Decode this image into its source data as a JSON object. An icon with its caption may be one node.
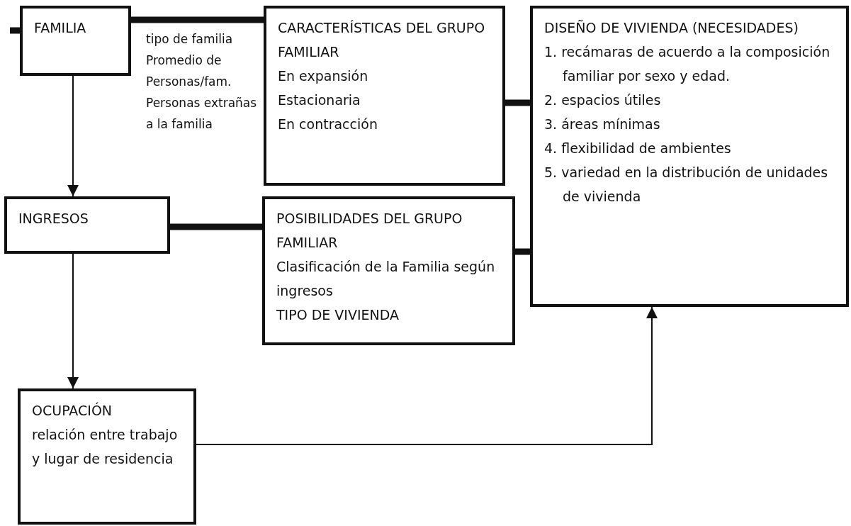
{
  "diagram": {
    "nodes": [
      {
        "text": [
          "FAMILIA"
        ]
      },
      {
        "text": [
          "CARACTERÍSTICAS DEL GRUPO FAMILIAR",
          "En expansión",
          "Estacionaria",
          "En contracción"
        ]
      },
      {
        "text": [
          "DISEÑO DE VIVIENDA (NECESIDADES)",
          "1. recámaras de acuerdo a la composición familiar por sexo y edad.",
          "2. espacios útiles",
          "3. áreas mínimas",
          "4. flexibilidad de ambientes",
          "5. variedad en la distribución de unidades de vivienda"
        ]
      },
      {
        "text": [
          "INGRESOS"
        ]
      },
      {
        "text": [
          "POSIBILIDADES DEL GRUPO FAMILIAR",
          "Clasificación de la Familia según ingresos",
          "TIPO DE VIVIENDA"
        ]
      },
      {
        "text": [
          "OCUPACIÓN",
          "relación entre trabajo y lugar de residencia"
        ]
      }
    ],
    "edges": [
      {
        "from": null,
        "to": 0,
        "arrow": "none"
      },
      {
        "from": 0,
        "to": 1,
        "arrow": "none"
      },
      {
        "from": 0,
        "to": 3,
        "arrow": "to"
      },
      {
        "from": 1,
        "to": 2,
        "arrow": "none"
      },
      {
        "from": 3,
        "to": 4,
        "arrow": "none"
      },
      {
        "from": 4,
        "to": 2,
        "arrow": "none"
      },
      {
        "from": 3,
        "to": 5,
        "arrow": "to"
      },
      {
        "from": 5,
        "to": 2,
        "arrow": "to"
      }
    ],
    "labels": [
      "tipo de familia Promedio de Personas/fam. Personas extrañas a la familia"
    ]
  }
}
